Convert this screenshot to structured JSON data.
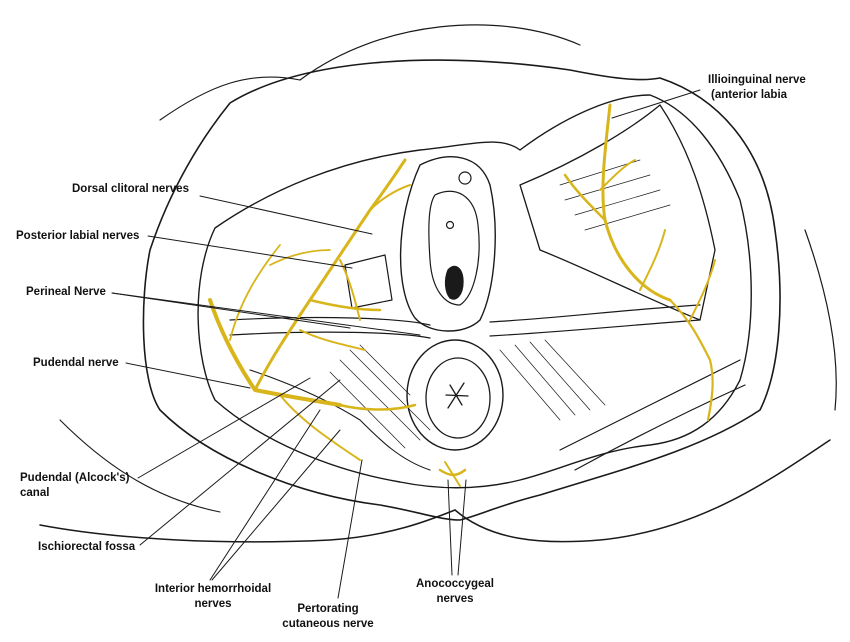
{
  "labels": {
    "ilioinguinal_1": "Illioinguinal nerve",
    "ilioinguinal_2": "(anterior labia",
    "dorsal_clitoral": "Dorsal clitoral nerves",
    "posterior_labial": "Posterior labial nerves",
    "perineal": "Perineal Nerve",
    "pudendal": "Pudendal nerve",
    "pudendal_canal_1": "Pudendal (Alcock's)",
    "pudendal_canal_2": "canal",
    "ischiorectal": "Ischiorectal fossa",
    "inferior_hemorrhoidal_1": "Interior hemorrhoidal",
    "inferior_hemorrhoidal_2": "nerves",
    "perforating_1": "Pertorating",
    "perforating_2": "cutaneous nerve",
    "anococcygeal_1": "Anococcygeal",
    "anococcygeal_2": "nerves"
  },
  "colors": {
    "nerve": "#d9b51c",
    "nerve_outline": "#8a6d0a",
    "line": "#1a1a1a",
    "background": "#ffffff"
  }
}
